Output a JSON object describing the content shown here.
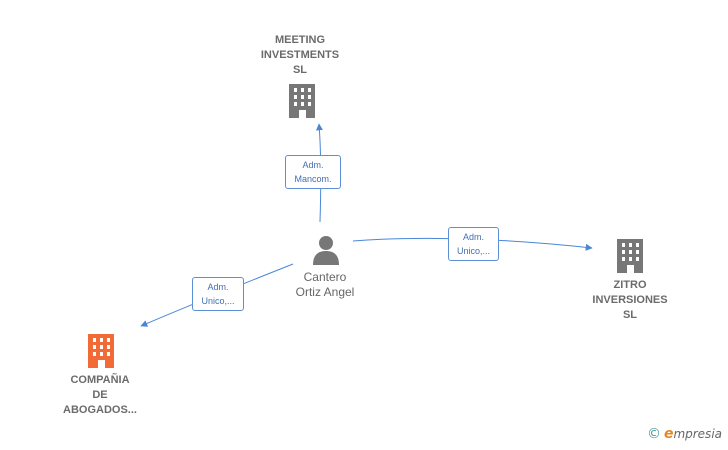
{
  "center": {
    "name_lines": [
      "Cantero",
      "Ortiz Angel"
    ],
    "icon": "person-icon"
  },
  "companies": [
    {
      "id": "meeting",
      "name_lines": [
        "MEETING",
        "INVESTMENTS",
        "SL"
      ],
      "icon": "building-icon",
      "color": "#777777"
    },
    {
      "id": "zitro",
      "name_lines": [
        "ZITRO",
        "INVERSIONES",
        "SL"
      ],
      "icon": "building-icon",
      "color": "#777777"
    },
    {
      "id": "compania",
      "name_lines": [
        "COMPAÑIA",
        "DE",
        "ABOGADOS..."
      ],
      "icon": "building-icon",
      "color": "#f26a36"
    }
  ],
  "relations": [
    {
      "to": "meeting",
      "role_lines": [
        "Adm.",
        "Mancom."
      ]
    },
    {
      "to": "zitro",
      "role_lines": [
        "Adm.",
        "Unico,..."
      ]
    },
    {
      "to": "compania",
      "role_lines": [
        "Adm.",
        "Unico,..."
      ]
    }
  ],
  "brand": {
    "copyright": "©",
    "initial": "e",
    "rest": "mpresia"
  },
  "colors": {
    "edge": "#4a86d8",
    "badge_border": "#5b8fd6",
    "badge_text": "#3f6fb5"
  }
}
